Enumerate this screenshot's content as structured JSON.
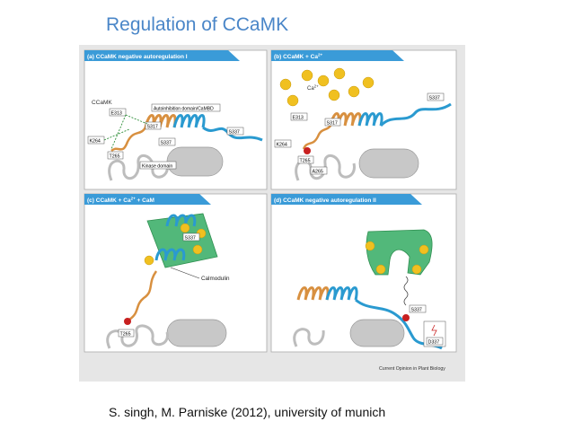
{
  "slide": {
    "title": "Regulation of CCaMK",
    "caption": "S. singh, M. Parniske (2012), university of munich"
  },
  "figure": {
    "source": "Current Opinion in Plant Biology",
    "panels": [
      {
        "header": "(a) CCaMK  negative autoregulation I",
        "labels": {
          "protein": "CCaMK",
          "e313": "E313",
          "autoinhibition": "Autoinhibition domain/CaMBD",
          "s317": "S317",
          "k264": "K264",
          "s337": "S337",
          "s337b": "S337",
          "t265": "T265",
          "kinase": "Kinase domain"
        }
      },
      {
        "header": "(b) CCaMK + Ca",
        "header_sup": "2+",
        "labels": {
          "ca": "Ca",
          "ca_sup": "2+",
          "s337": "S337",
          "e313": "E313",
          "s317": "S317",
          "k264": "K264",
          "t265": "T265",
          "a265": "A265"
        }
      },
      {
        "header": "(c) CCaMK + Ca",
        "header_sup": "2+",
        "header_tail": " + CaM",
        "labels": {
          "s337": "S337",
          "calmodulin": "Calmodulin",
          "t265": "T265"
        }
      },
      {
        "header": "(d) CCaMK negative autoregulation II",
        "labels": {
          "s337": "S337",
          "d337": "D337"
        }
      }
    ]
  },
  "colors": {
    "title": "#4a86c8",
    "header": "#3a9bd8",
    "helix_blue": "#2a9ad0",
    "helix_orange": "#d89040",
    "calmodulin": "#52b87a",
    "calcium": "#f0c020",
    "kinase": "#c8c8c8",
    "phospho": "#c82020"
  }
}
